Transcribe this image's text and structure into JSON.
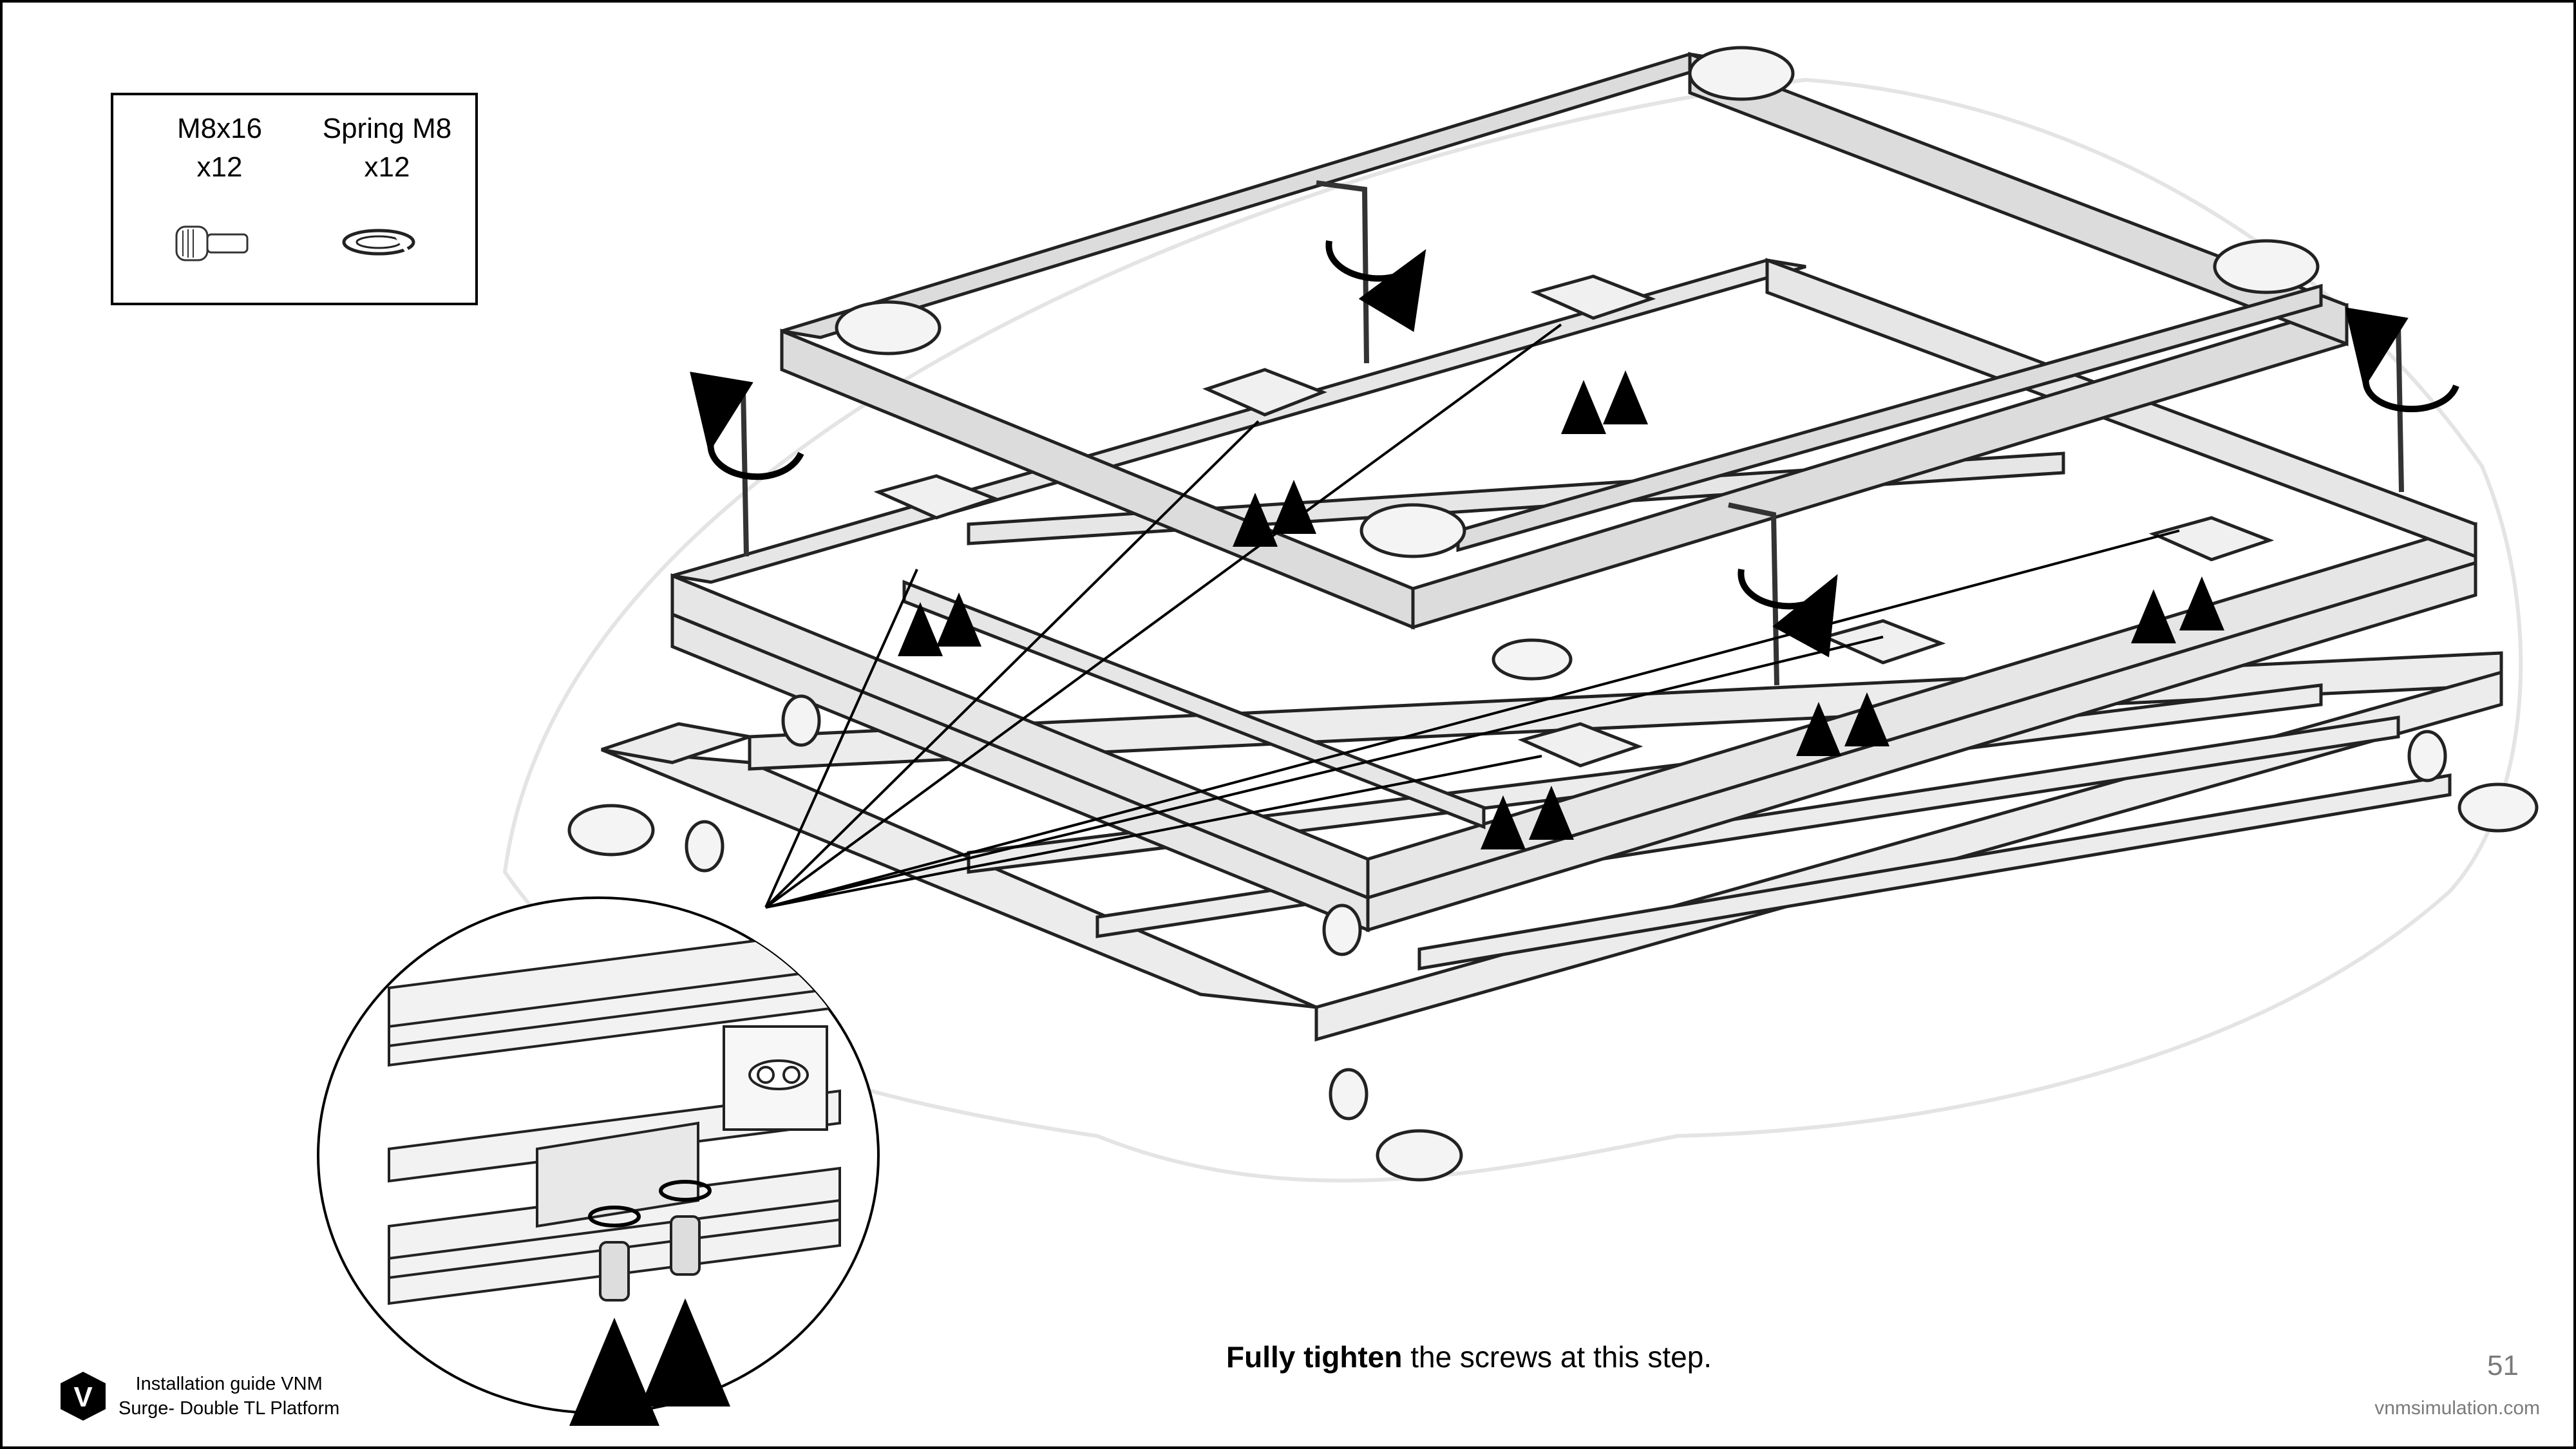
{
  "parts": [
    {
      "name": "M8x16",
      "qty": "x12",
      "icon": "bolt-icon"
    },
    {
      "name": "Spring M8",
      "qty": "x12",
      "icon": "spring-washer-icon"
    }
  ],
  "instruction": {
    "bold": "Fully tighten",
    "rest": " the screws at this step."
  },
  "page_number": "51",
  "footer": {
    "line1": "Installation guide VNM",
    "line2": "Surge- Double TL Platform",
    "logo_letter": "V"
  },
  "website": "vnmsimulation.com",
  "colors": {
    "ink": "#000000",
    "muted": "#7a7a7a",
    "frame_fill": "#e6e6e6"
  }
}
